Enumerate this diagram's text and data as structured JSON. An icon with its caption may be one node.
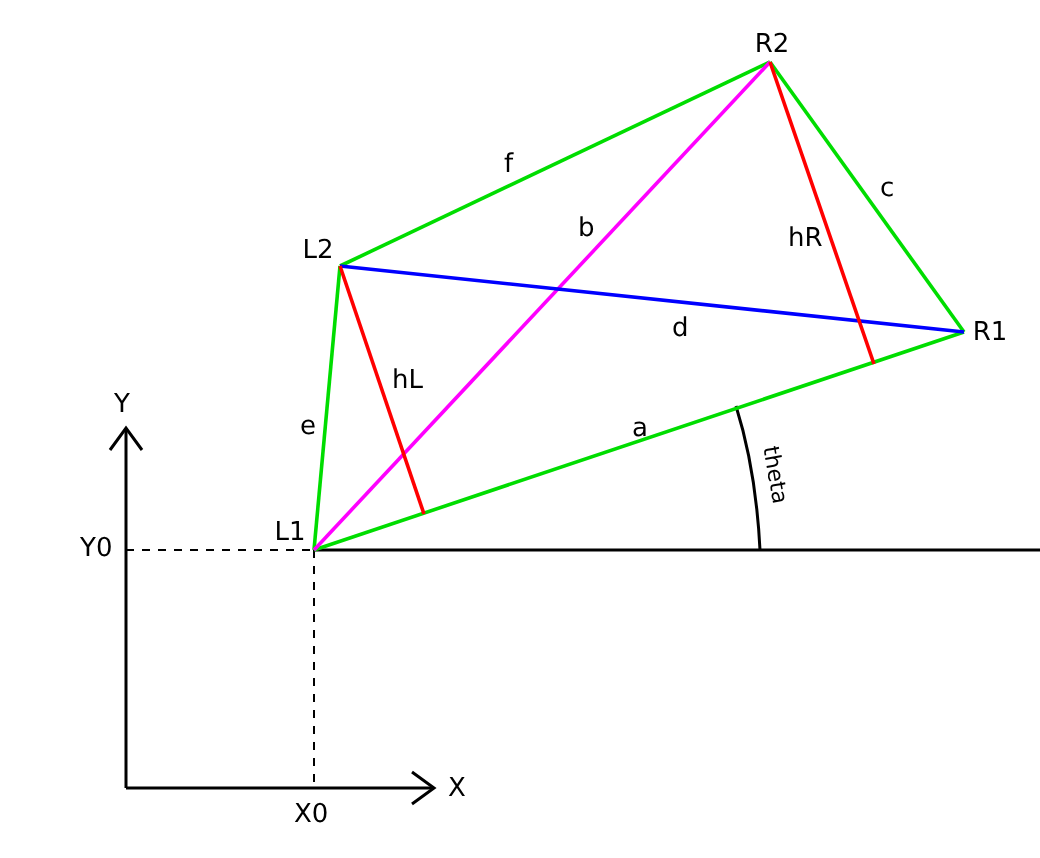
{
  "diagram": {
    "nodes": [
      {
        "text": [
          "R2"
        ]
      },
      {
        "text": [
          "L2"
        ]
      },
      {
        "text": [
          "R1"
        ]
      },
      {
        "text": [
          "L1"
        ]
      }
    ],
    "edges": [
      {
        "from": 1,
        "to": 0,
        "arrow": "none",
        "label": "f"
      },
      {
        "from": 0,
        "to": 2,
        "arrow": "none",
        "label": "c"
      },
      {
        "from": 1,
        "to": 3,
        "arrow": "none",
        "label": "e"
      },
      {
        "from": 3,
        "to": 2,
        "arrow": "none",
        "label": "a"
      },
      {
        "from": 3,
        "to": 0,
        "arrow": "none",
        "label": "b",
        "color": "#ff00ff"
      },
      {
        "from": 1,
        "to": 2,
        "arrow": "none",
        "label": "d",
        "color": "#0000ff"
      },
      {
        "from": 1,
        "to": null,
        "arrow": "none",
        "label": "hL",
        "color": "#ff0000"
      },
      {
        "from": 0,
        "to": null,
        "arrow": "none",
        "label": "hR",
        "color": "#ff0000"
      }
    ],
    "labels": [
      "Y",
      "Y0",
      "theta",
      "X",
      "X0"
    ]
  }
}
